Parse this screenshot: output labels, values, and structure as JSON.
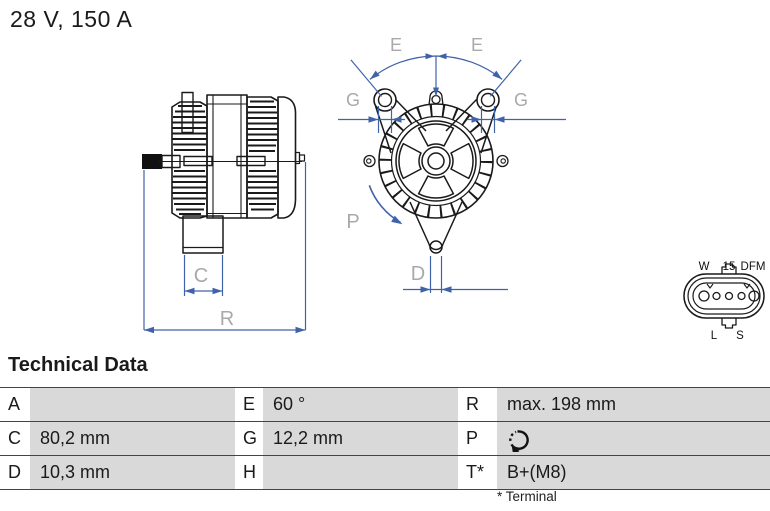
{
  "header": {
    "title": "28 V, 150 A"
  },
  "diagram": {
    "side_view": {
      "labels": {
        "c": "C",
        "r": "R"
      }
    },
    "front_view": {
      "labels": {
        "e_left": "E",
        "e_right": "E",
        "g_left": "G",
        "g_right": "G",
        "d": "D",
        "p": "P"
      }
    },
    "connector": {
      "top": [
        "W",
        "15",
        "DFM"
      ],
      "bottom": [
        "L",
        "S"
      ]
    }
  },
  "technical_data": {
    "heading": "Technical Data",
    "rows": [
      [
        {
          "label": "A",
          "value": ""
        },
        {
          "label": "E",
          "value": "60 °"
        },
        {
          "label": "R",
          "value": "max. 198 mm"
        }
      ],
      [
        {
          "label": "C",
          "value": "80,2 mm"
        },
        {
          "label": "G",
          "value": "12,2 mm"
        },
        {
          "label": "P",
          "value": ""
        }
      ],
      [
        {
          "label": "D",
          "value": "10,3 mm"
        },
        {
          "label": "H",
          "value": ""
        },
        {
          "label": "T*",
          "value": "B+(M8)"
        }
      ]
    ],
    "footnote": "* Terminal"
  },
  "colors": {
    "dimension_blue": "#4063a8",
    "dim_letter_gray": "#a9a9a9",
    "table_gray": "#d9d9d9",
    "line_black": "#1a1a1a"
  }
}
